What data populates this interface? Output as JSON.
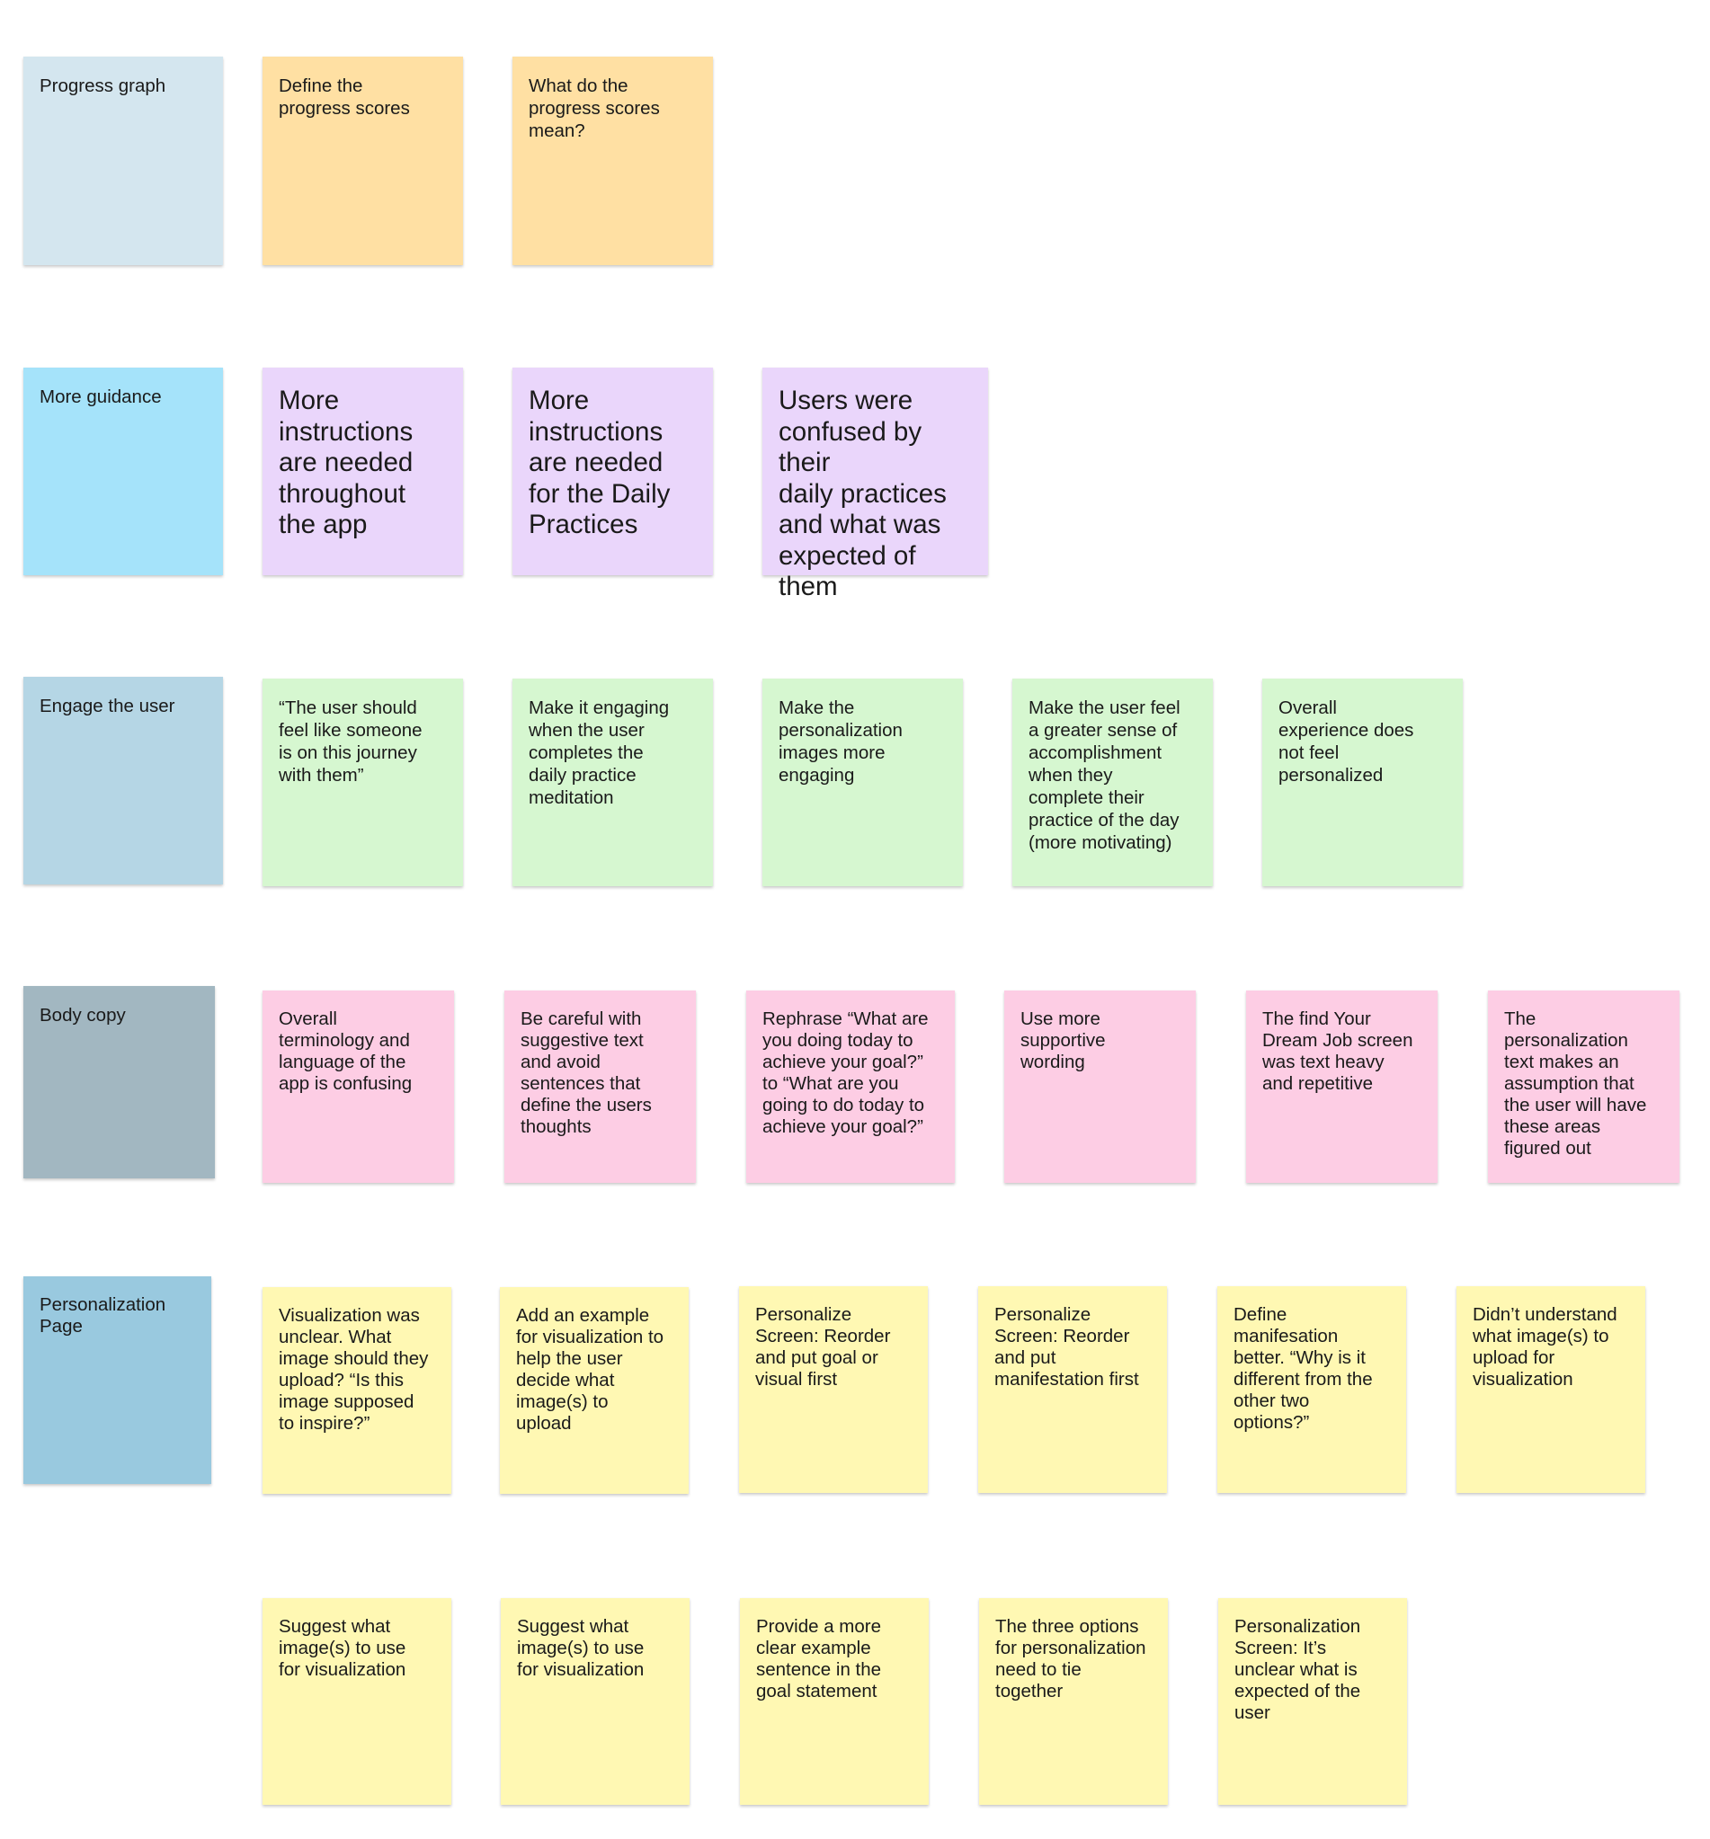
{
  "colors": {
    "header_progress": "#d4e6ef",
    "header_guidance": "#a5e3fa",
    "header_engage": "#b5d6e5",
    "header_body": "#a2b7c1",
    "header_personalization": "#99c9df",
    "orange": "#ffe0a3",
    "purple": "#ead6fb",
    "green": "#d6f7d0",
    "pink": "#fdcde4",
    "yellow": "#fff8b3"
  },
  "groups": {
    "progress": {
      "header": "Progress graph",
      "notes": [
        "Define the\nprogress scores",
        "What do the\nprogress scores\nmean?"
      ]
    },
    "guidance": {
      "header": "More guidance",
      "notes": [
        "More\ninstructions\nare needed\nthroughout\nthe app",
        "More\ninstructions\nare needed\nfor the Daily\nPractices",
        "Users were\nconfused by their\ndaily practices\nand what was\nexpected of them"
      ]
    },
    "engage": {
      "header": "Engage the user",
      "notes": [
        "“The user should\nfeel like someone\nis on this journey\nwith them”",
        "Make it engaging\nwhen the user\ncompletes the\ndaily practice\nmeditation",
        "Make the\npersonalization\nimages more\nengaging",
        "Make the user feel\na greater sense of\naccomplishment\nwhen they\ncomplete their\npractice of the day\n(more motivating)",
        "Overall\nexperience does\nnot feel\npersonalized"
      ]
    },
    "body_copy": {
      "header": "Body copy",
      "notes": [
        "Overall\nterminology and\nlanguage of the\napp is confusing",
        "Be careful with\nsuggestive text\nand avoid\nsentences that\ndefine the users\nthoughts",
        "Rephrase “What are\nyou doing today to\nachieve your goal?”\nto “What are you\ngoing to do today to\nachieve your goal?”",
        "Use more\nsupportive\nwording",
        "The find Your\nDream Job screen\nwas text heavy\nand repetitive",
        "The\npersonalization\ntext makes an\nassumption that\nthe user will have\nthese areas\nfigured out"
      ]
    },
    "personalization": {
      "header": "Personalization\nPage",
      "notes": [
        "Visualization was\nunclear. What\nimage should they\nupload? “Is this\nimage supposed\nto inspire?”",
        "Add an example\nfor visualization to\nhelp the user\ndecide what\nimage(s) to\nupload",
        "Personalize\nScreen: Reorder\nand put goal or\nvisual first",
        "Personalize\nScreen: Reorder\nand put\nmanifestation first",
        "Define\nmanifesation\nbetter. “Why is it\ndifferent from the\nother two\noptions?”",
        "Didn’t understand\nwhat image(s) to\nupload for\nvisualization",
        "Suggest what\nimage(s) to use\nfor visualization",
        "Suggest what\nimage(s) to use\nfor visualization",
        "Provide a more\nclear example\nsentence in the\ngoal statement",
        "The three options\nfor personalization\nneed to tie\ntogether",
        "Personalization\nScreen: It’s\nunclear what is\nexpected of the\nuser"
      ]
    }
  }
}
